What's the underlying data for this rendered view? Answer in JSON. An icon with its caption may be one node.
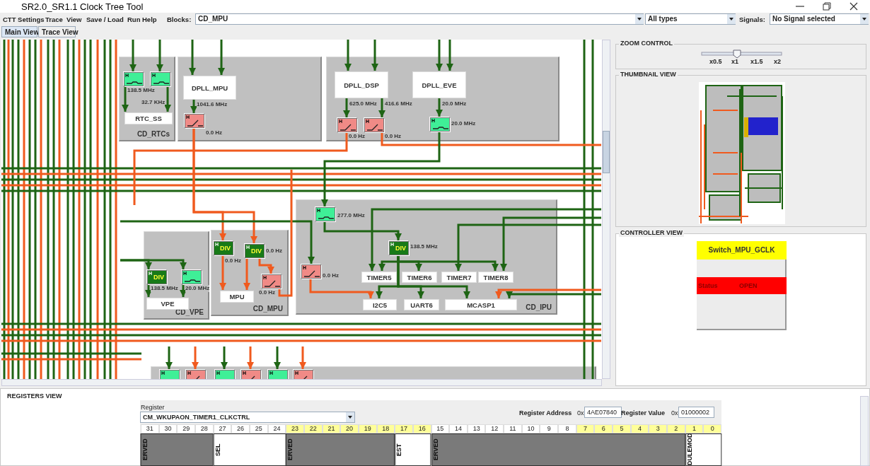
{
  "diagram": {
    "title": "SR2.0_SR1.1 Clock Tree Tool",
    "nodes": [
      {
        "text": [
          "CD_RTCs"
        ]
      },
      {
        "text": [
          "H"
        ],
        "in": 0,
        "beside": [
          "138.5 MHz"
        ]
      },
      {
        "text": [
          "H"
        ],
        "in": 0,
        "beside": [
          "32.7 KHz"
        ]
      },
      {
        "text": [
          "RTC_SS"
        ],
        "in": 0
      },
      {
        "text": [],
        "shape": "box"
      },
      {
        "text": [
          "DPLL_MPU"
        ],
        "in": 4,
        "beside": [
          "1041.6 MHz"
        ]
      },
      {
        "text": [
          "H"
        ],
        "in": 4,
        "beside": [
          "0.0 Hz"
        ]
      },
      {
        "text": [],
        "shape": "box"
      },
      {
        "text": [
          "DPLL_DSP"
        ],
        "in": 7,
        "beside": [
          "625.0 MHz",
          "416.6 MHz"
        ]
      },
      {
        "text": [
          "DPLL_EVE"
        ],
        "in": 7,
        "beside": [
          "20.0 MHz"
        ]
      },
      {
        "text": [
          "H"
        ],
        "in": 7,
        "beside": [
          "0.0 Hz"
        ]
      },
      {
        "text": [
          "H"
        ],
        "in": 7,
        "beside": [
          "0.0 Hz"
        ]
      },
      {
        "text": [
          "H"
        ],
        "in": 7,
        "beside": [
          "20.0 MHz"
        ]
      },
      {
        "text": [
          "CD_IPU"
        ]
      },
      {
        "text": [
          "H"
        ],
        "in": 13,
        "beside": [
          "277.0 MHz"
        ]
      },
      {
        "text": [
          "H",
          "DIV"
        ],
        "in": 13,
        "beside": [
          "138.5 MHz"
        ]
      },
      {
        "text": [
          "H"
        ],
        "in": 13,
        "beside": [
          "0.0 Hz"
        ]
      },
      {
        "text": [
          "TIMER5"
        ],
        "in": 13
      },
      {
        "text": [
          "TIMER6"
        ],
        "in": 13
      },
      {
        "text": [
          "TIMER7"
        ],
        "in": 13
      },
      {
        "text": [
          "TIMER8"
        ],
        "in": 13
      },
      {
        "text": [
          "I2C5"
        ],
        "in": 13
      },
      {
        "text": [
          "UART6"
        ],
        "in": 13
      },
      {
        "text": [
          "MCASP1"
        ],
        "in": 13
      },
      {
        "text": [
          "CD_VPE"
        ]
      },
      {
        "text": [
          "H",
          "DIV"
        ],
        "in": 24,
        "beside": [
          "138.5 MHz"
        ]
      },
      {
        "text": [
          "H"
        ],
        "in": 24,
        "beside": [
          "20.0 MHz"
        ]
      },
      {
        "text": [
          "VPE"
        ],
        "in": 24
      },
      {
        "text": [
          "CD_MPU"
        ]
      },
      {
        "text": [
          "H",
          "DIV"
        ],
        "in": 28,
        "beside": [
          "0.0 Hz"
        ]
      },
      {
        "text": [
          "H",
          "DIV"
        ],
        "in": 28,
        "beside": [
          "0.0 Hz"
        ]
      },
      {
        "text": [
          "H"
        ],
        "in": 28,
        "beside": [
          "0.0 Hz"
        ]
      },
      {
        "text": [
          "MPU"
        ],
        "in": 28
      },
      {
        "text": [],
        "shape": "box"
      },
      {
        "text": [
          "H"
        ],
        "in": 33
      },
      {
        "text": [
          "H"
        ],
        "in": 33
      },
      {
        "text": [
          "H"
        ],
        "in": 33
      },
      {
        "text": [
          "H"
        ],
        "in": 33
      },
      {
        "text": [
          "H"
        ],
        "in": 33
      },
      {
        "text": [
          "H"
        ],
        "in": 33
      }
    ],
    "edges": [
      {
        "from": null,
        "to": 1,
        "arrow": "to"
      },
      {
        "from": null,
        "to": 2,
        "arrow": "to"
      },
      {
        "from": 1,
        "to": 3,
        "arrow": "to"
      },
      {
        "from": 2,
        "to": 3,
        "arrow": "to"
      },
      {
        "from": null,
        "to": 5,
        "arrow": "to"
      },
      {
        "from": null,
        "to": 5,
        "arrow": "to"
      },
      {
        "from": 5,
        "to": 6,
        "arrow": "to"
      },
      {
        "from": null,
        "to": 8,
        "arrow": "to"
      },
      {
        "from": null,
        "to": 8,
        "arrow": "to"
      },
      {
        "from": null,
        "to": 9,
        "arrow": "to"
      },
      {
        "from": null,
        "to": 9,
        "arrow": "to"
      },
      {
        "from": 8,
        "to": 10,
        "arrow": "to"
      },
      {
        "from": 8,
        "to": 11,
        "arrow": "to"
      },
      {
        "from": 9,
        "to": 12,
        "arrow": "to"
      },
      {
        "from": 6,
        "to": 29,
        "arrow": "to",
        "color": "#f05a1e"
      },
      {
        "from": 6,
        "to": 30,
        "arrow": "to",
        "color": "#f05a1e"
      },
      {
        "from": null,
        "to": 16,
        "arrow": "to"
      },
      {
        "from": 10,
        "to": null,
        "arrow": "none",
        "color": "#f05a1e"
      },
      {
        "from": 11,
        "to": null,
        "arrow": "none",
        "color": "#f05a1e"
      },
      {
        "from": 12,
        "to": 14,
        "arrow": "to"
      },
      {
        "from": 14,
        "to": 15,
        "arrow": "to"
      },
      {
        "from": 15,
        "to": 17,
        "arrow": "to"
      },
      {
        "from": 15,
        "to": 18,
        "arrow": "to"
      },
      {
        "from": 15,
        "to": 20,
        "arrow": "to"
      },
      {
        "from": 15,
        "to": 21,
        "arrow": "to"
      },
      {
        "from": 15,
        "to": 22,
        "arrow": "to"
      },
      {
        "from": 15,
        "to": 23,
        "arrow": "to"
      },
      {
        "from": 16,
        "to": 21,
        "arrow": "to",
        "color": "#f05a1e"
      },
      {
        "from": null,
        "to": 19,
        "arrow": "to"
      },
      {
        "from": null,
        "to": 20,
        "arrow": "to"
      },
      {
        "from": null,
        "to": 17,
        "arrow": "to"
      },
      {
        "from": null,
        "to": 23,
        "arrow": "to",
        "color": "#f05a1e"
      },
      {
        "from": null,
        "to": 23,
        "arrow": "to"
      },
      {
        "from": 29,
        "to": 32,
        "arrow": "to",
        "color": "#f05a1e"
      },
      {
        "from": 30,
        "to": 32,
        "arrow": "to",
        "color": "#f05a1e"
      },
      {
        "from": 30,
        "to": 31,
        "arrow": "to",
        "color": "#f05a1e"
      },
      {
        "from": 31,
        "to": null,
        "arrow": "none",
        "color": "#f05a1e"
      },
      {
        "from": null,
        "to": 25,
        "arrow": "to"
      },
      {
        "from": null,
        "to": 26,
        "arrow": "to"
      },
      {
        "from": 25,
        "to": 27,
        "arrow": "to"
      },
      {
        "from": 26,
        "to": 27,
        "arrow": "to"
      },
      {
        "from": null,
        "to": 34,
        "arrow": "to"
      },
      {
        "from": null,
        "to": 35,
        "arrow": "to",
        "color": "#f05a1e"
      },
      {
        "from": null,
        "to": 36,
        "arrow": "to"
      },
      {
        "from": null,
        "to": 37,
        "arrow": "to",
        "color": "#f05a1e"
      },
      {
        "from": null,
        "to": 38,
        "arrow": "to"
      },
      {
        "from": null,
        "to": 39,
        "arrow": "to",
        "color": "#f05a1e"
      }
    ],
    "labels": [
      "CTT Settings",
      "Trace",
      "View",
      "Save / Load",
      "Run",
      "Help",
      "Blocks:",
      "CD_MPU",
      "All types",
      "Signals:",
      "No Signal selected",
      "Main View",
      "Trace View",
      "ZOOM CONTROL",
      "x0.5",
      "x1",
      "x1.5",
      "x2",
      "THUMBNAIL VIEW",
      "CONTROLLER VIEW",
      "Switch_MPU_GCLK",
      "Status",
      "OPEN",
      "REGISTERS VIEW",
      "Register",
      "CM_WKUPAON_TIMER1_CLKCTRL",
      "Register Address",
      "0x",
      "4AE07840",
      "Register Value",
      "0x",
      "01000002",
      "31",
      "30",
      "29",
      "28",
      "27",
      "26",
      "25",
      "24",
      "23",
      "22",
      "21",
      "20",
      "19",
      "18",
      "17",
      "16",
      "15",
      "14",
      "13",
      "12",
      "11",
      "10",
      "9",
      "8",
      "7",
      "6",
      "5",
      "4",
      "3",
      "2",
      "1",
      "0",
      "ERVED",
      "SEL",
      "ERVED",
      "EST",
      "ERVED",
      "DULEMOD"
    ]
  }
}
